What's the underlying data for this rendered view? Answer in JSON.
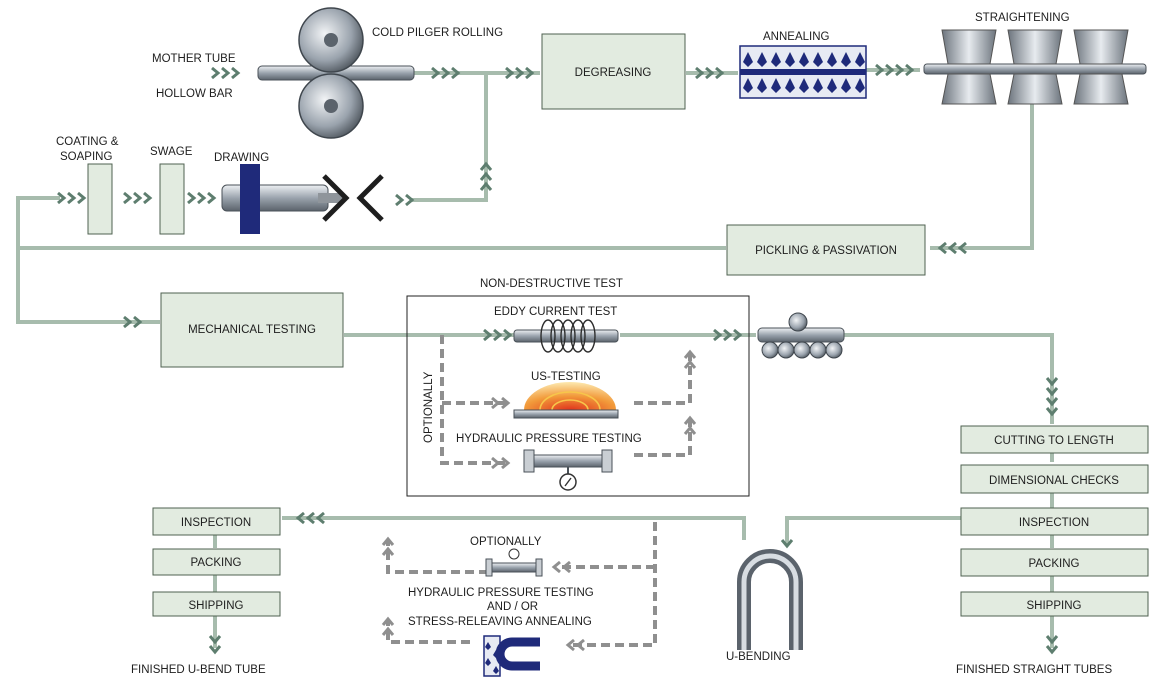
{
  "steps": {
    "mother_tube": "MOTHER TUBE",
    "hollow_bar": "HOLLOW BAR",
    "cold_pilger": "COLD PILGER ROLLING",
    "degreasing": "DEGREASING",
    "annealing": "ANNEALING",
    "straightening": "STRAIGHTENING",
    "coating_l1": "COATING &",
    "coating_l2": "SOAPING",
    "swage": "SWAGE",
    "drawing": "DRAWING",
    "pickling": "PICKLING & PASSIVATION",
    "mechanical": "MECHANICAL TESTING",
    "ndt": "NON-DESTRUCTIVE TEST",
    "eddy": "EDDY CURRENT TEST",
    "us": "US-TESTING",
    "hydraulic": "HYDRAULIC PRESSURE TESTING",
    "optionally": "OPTIONALLY",
    "cutting": "CUTTING TO LENGTH",
    "dimensional": "DIMENSIONAL CHECKS",
    "inspection_r": "INSPECTION",
    "packing_r": "PACKING",
    "shipping_r": "SHIPPING",
    "finished_straight": "FINISHED STRAIGHT TUBES",
    "u_bending": "U-BENDING",
    "optionally2": "OPTIONALLY",
    "hyd_stress_l1": "HYDRAULIC PRESSURE TESTING",
    "hyd_stress_l2": "AND / OR",
    "hyd_stress_l3": "STRESS-RELEAVING ANNEALING",
    "inspection_l": "INSPECTION",
    "packing_l": "PACKING",
    "shipping_l": "SHIPPING",
    "finished_ubend": "FINISHED U-BEND TUBE"
  },
  "colors": {
    "pipe": "#a7bcad",
    "box_fill": "#e2ebe0",
    "box_stroke": "#4f6150",
    "arrow": "#5e7e6f",
    "dashed": "#8f8f8f",
    "metal": "#9aa3ad",
    "navy": "#1f2a7a",
    "heat": "#e85c2a"
  }
}
